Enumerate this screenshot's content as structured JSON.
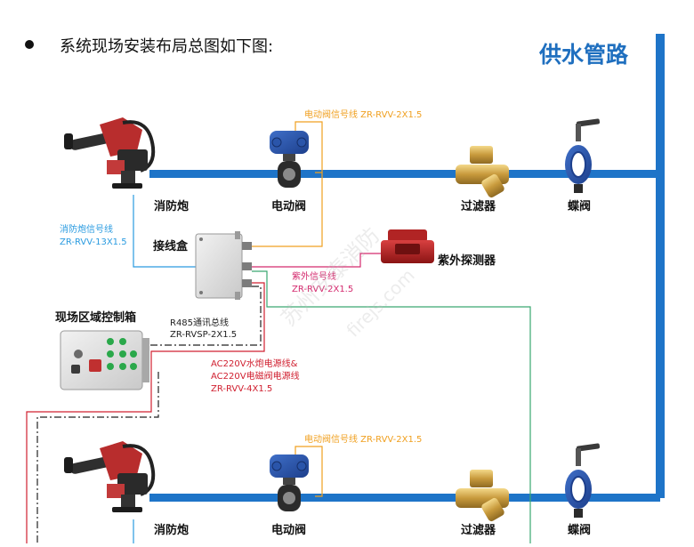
{
  "heading": "系统现场安装布局总图如下图:",
  "supply_pipe_title": "供水管路",
  "devices": {
    "cannon": "消防炮",
    "motor_valve": "电动阀",
    "filter": "过滤器",
    "butterfly_valve": "蝶阀",
    "junction_box": "接线盒",
    "uv_detector": "紫外探测器",
    "control_box": "现场区域控制箱"
  },
  "cables": {
    "valve_signal": "电动阀信号线 ZR-RVV-2X1.5",
    "cannon_signal_1": "消防炮信号线",
    "cannon_signal_2": "ZR-RVV-13X1.5",
    "uv_signal_1": "紫外信号线",
    "uv_signal_2": "ZR-RVV-2X1.5",
    "rs485_1": "R485通讯总线",
    "rs485_2": "ZR-RVSP-2X1.5",
    "power_1": "AC220V水炮电源线&",
    "power_2": "AC220V电磁阀电源线",
    "power_3": "ZR-RVV-4X1.5"
  },
  "watermark": {
    "line1": "苏州安泰消防",
    "line2": "firejs.com"
  },
  "colors": {
    "pipe": "#1e74c8",
    "title_blue": "#1f6fbf",
    "valve_signal": "#f0a020",
    "cannon_signal": "#2a9be0",
    "uv_signal": "#d42a6e",
    "uv_wire_green": "#3aa870",
    "power": "#d02030",
    "rs485": "#222222"
  }
}
